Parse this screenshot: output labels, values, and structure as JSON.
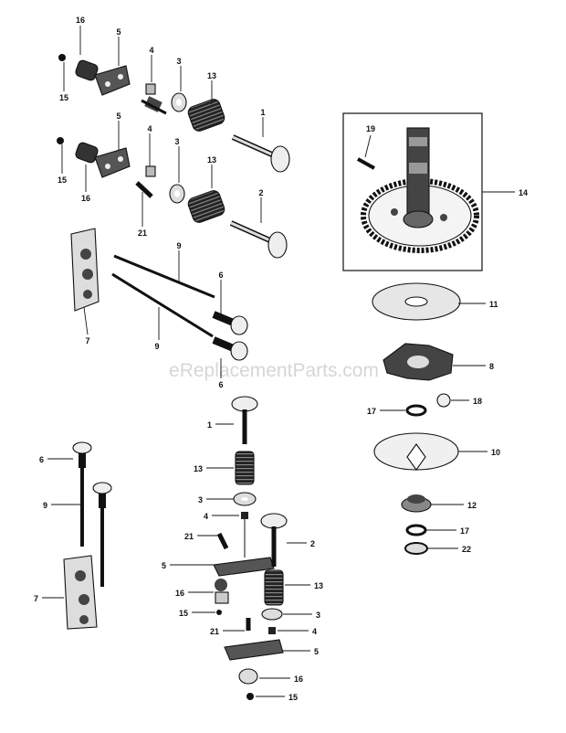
{
  "watermark": "eReplacementParts.com",
  "callouts": {
    "c1": "16",
    "c2": "5",
    "c3": "4",
    "c4": "3",
    "c5": "13",
    "c6": "1",
    "c7": "15",
    "c8": "5",
    "c9": "4",
    "c10": "3",
    "c11": "13",
    "c12": "15",
    "c13": "16",
    "c14": "21",
    "c15": "2",
    "c16": "9",
    "c17": "6",
    "c18": "7",
    "c19": "9",
    "c20": "6",
    "c21": "19",
    "c22": "14",
    "c23": "11",
    "c24": "8",
    "c25": "17",
    "c26": "18",
    "c27": "10",
    "c28": "12",
    "c29": "17",
    "c30": "22",
    "c31": "1",
    "c32": "13",
    "c33": "3",
    "c34": "4",
    "c35": "21",
    "c36": "2",
    "c37": "5",
    "c38": "13",
    "c39": "16",
    "c40": "15",
    "c41": "3",
    "c42": "21",
    "c43": "4",
    "c44": "5",
    "c45": "16",
    "c46": "15",
    "c47": "6",
    "c48": "9",
    "c49": "7"
  }
}
